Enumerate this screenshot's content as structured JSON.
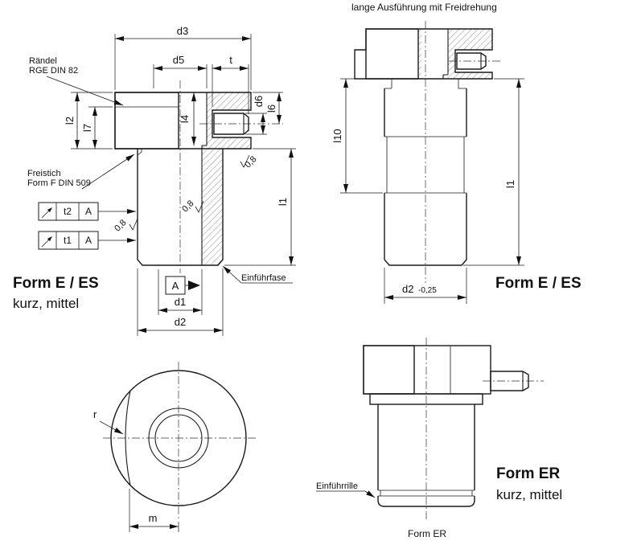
{
  "drawing": {
    "top_left": {
      "raendel_line1": "Rändel",
      "raendel_line2": "RGE  DIN 82",
      "freistich_line1": "Freistich",
      "freistich_line2": "Form F DIN 509",
      "einfuehrfase": "Einführfase",
      "roughness": "0,8",
      "datum": "A",
      "frames": [
        {
          "tol": "t2",
          "datum": "A"
        },
        {
          "tol": "t1",
          "datum": "A"
        }
      ],
      "dims": {
        "d3": "d3",
        "d5": "d5",
        "t": "t",
        "d6": "d6",
        "l6": "l6",
        "l2": "l2",
        "l7": "l7",
        "l4": "l4",
        "l1": "l1",
        "d1": "d1",
        "d2": "d2"
      },
      "title": "Form E / ES",
      "subtitle": "kurz, mittel"
    },
    "top_right": {
      "caption": "lange Ausführung mit Freidrehung",
      "dims": {
        "l10": "l10",
        "l1": "l1",
        "d2": "d2",
        "d2_tol": "-0,25"
      },
      "title": "Form E / ES"
    },
    "bottom_left": {
      "dims": {
        "r": "r",
        "m": "m"
      }
    },
    "bottom_right": {
      "einfuehrrille": "Einführrille",
      "title": "Form ER",
      "subtitle": "kurz, mittel",
      "caption": "Form ER"
    }
  }
}
